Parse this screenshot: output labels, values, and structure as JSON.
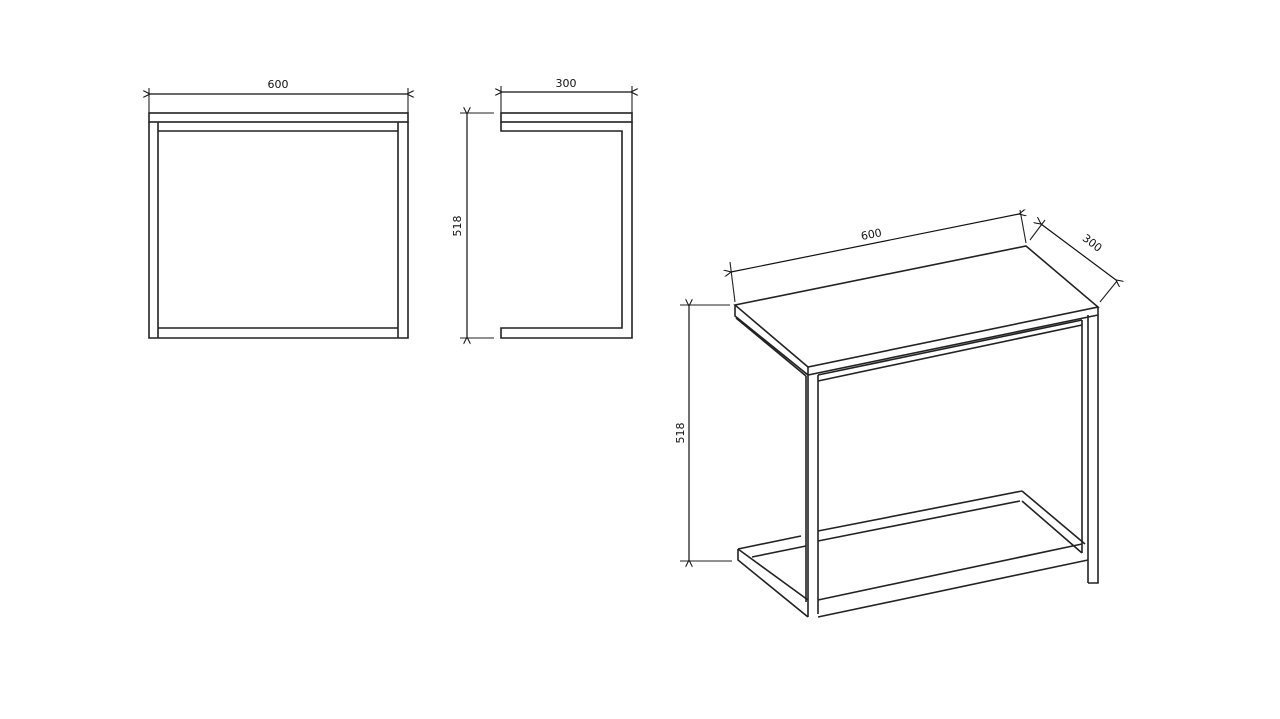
{
  "front_view": {
    "width_label": "600"
  },
  "side_view": {
    "depth_label": "300",
    "height_label": "518"
  },
  "iso_view": {
    "width_label": "600",
    "depth_label": "300",
    "height_label": "518"
  },
  "colors": {
    "line": "#222222",
    "background": "#ffffff"
  }
}
